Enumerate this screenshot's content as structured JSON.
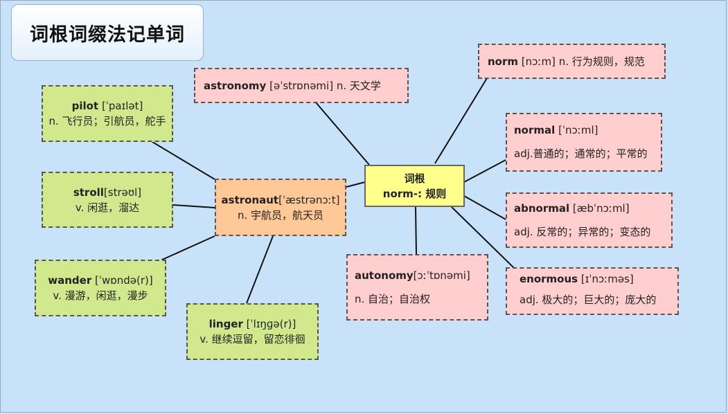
{
  "title": "词根词缀法记单词",
  "root": {
    "label": "词根",
    "root": "norm-: 规则"
  },
  "right_words": [
    {
      "word": "norm",
      "phon": "[nɔːm]",
      "meaning": "n. 行为规则，规范"
    },
    {
      "word": "normal",
      "phon": "[ˈnɔːml]",
      "meaning": "adj.普通的；通常的；平常的"
    },
    {
      "word": "abnormal",
      "phon": "[æbˈnɔːml]",
      "meaning": "adj. 反常的；异常的；变态的"
    },
    {
      "word": "enormous",
      "phon": "[ɪˈnɔːməs]",
      "meaning": "adj. 极大的；巨大的；庞大的"
    }
  ],
  "autonomy": {
    "word": "autonomy",
    "phon": "[ɔːˈtɒnəmi]",
    "meaning": "n. 自治；自治权"
  },
  "astronomy": {
    "word": "astronomy",
    "phon": "[əˈstrɒnəmi]",
    "meaning": "n. 天文学"
  },
  "astronaut": {
    "word": "astronaut",
    "phon": "[ˈæstrənɔːt]",
    "meaning": "n. 宇航员，航天员"
  },
  "left_words": [
    {
      "word": "pilot",
      "phon": "[ˈpaɪlət]",
      "meaning": "n. 飞行员；引航员，舵手"
    },
    {
      "word": "stroll",
      "phon": "[strəʊl]",
      "meaning": "v. 闲逛，溜达"
    },
    {
      "word": "wander",
      "phon": "[ˈwɒndə(r)]",
      "meaning": "v. 漫游，闲逛，漫步"
    },
    {
      "word": "linger",
      "phon": "[ˈlɪŋɡə(r)]",
      "meaning": "v. 继续逗留，留恋徘徊"
    }
  ],
  "colors": {
    "background": "#c8e2fa",
    "root_node": "#ffff8c",
    "norm_words": "#ffcece",
    "astronaut_node": "#ffc897",
    "synonym_words": "#d0e98d"
  }
}
